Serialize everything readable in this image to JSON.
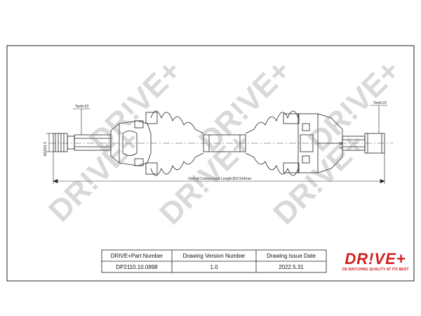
{
  "drawing": {
    "teeth_left": "Teeth:23",
    "teeth_right": "Teeth:22",
    "thread_label": "M18X1.5",
    "diameter_label": "ø 51",
    "length_label": "Overall  Compressed  Length:822.5±4mm",
    "watermark": "DR!VE+",
    "colors": {
      "line": "#222222",
      "accent": "#d21f1f",
      "watermark": "#888888"
    }
  },
  "title_block": {
    "headers": [
      "DRIVE+Part Number",
      "Drawing Version Number",
      "Drawing Issue Date"
    ],
    "values": [
      "DP2110.10.0898",
      "1.0",
      "2022.5.31"
    ]
  },
  "logo": {
    "text": "DR!VE+",
    "tagline": "OE MATCHING QUALITY AT ITS BEST"
  }
}
